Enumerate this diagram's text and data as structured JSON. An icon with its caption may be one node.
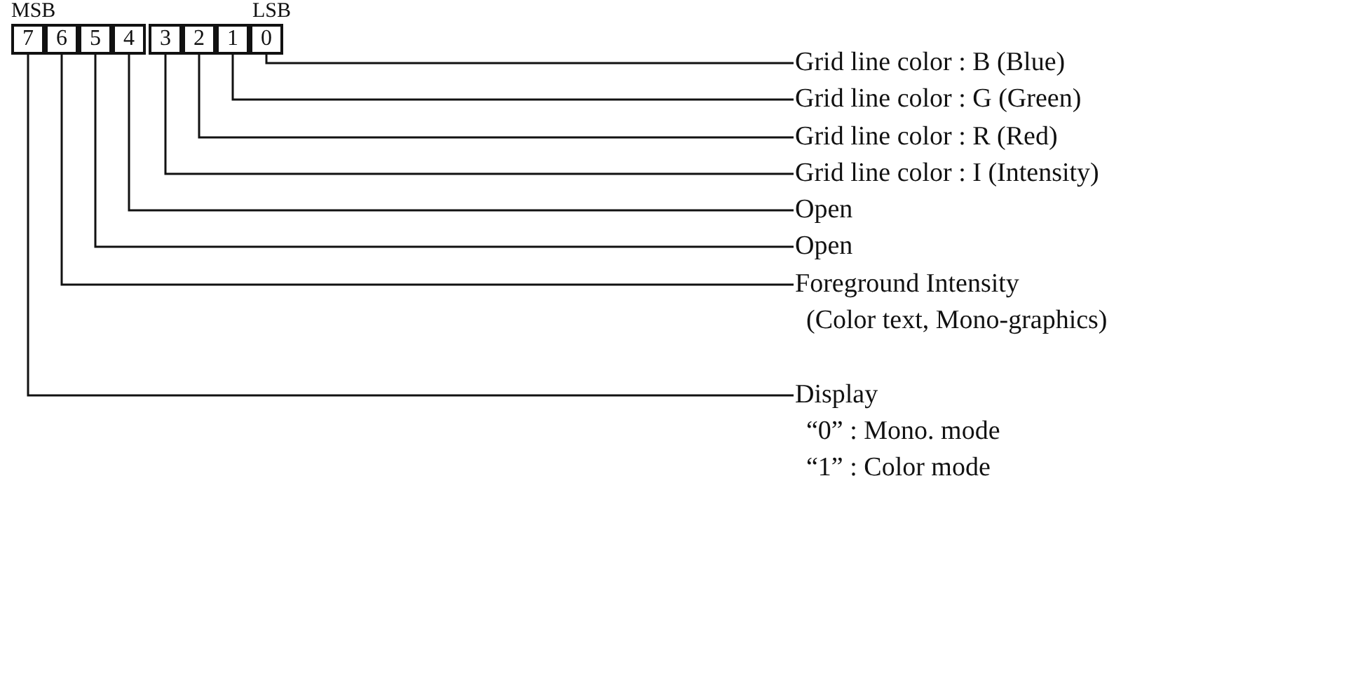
{
  "diagram": {
    "nodes": [
      {
        "text": [
          "7"
        ]
      },
      {
        "text": [
          "6"
        ]
      },
      {
        "text": [
          "5"
        ]
      },
      {
        "text": [
          "4"
        ]
      },
      {
        "text": [
          "3"
        ]
      },
      {
        "text": [
          "2"
        ]
      },
      {
        "text": [
          "1"
        ]
      },
      {
        "text": [
          "0"
        ]
      },
      {
        "text": [
          "Grid line color : B (Blue)"
        ]
      },
      {
        "text": [
          "Grid line color : G (Green)"
        ]
      },
      {
        "text": [
          "Grid line color : R (Red)"
        ]
      },
      {
        "text": [
          "Grid line color : I (Intensity)"
        ]
      },
      {
        "text": [
          "Open"
        ]
      },
      {
        "text": [
          "Open"
        ]
      },
      {
        "text": [
          "Foreground Intensity",
          "(Color text, Mono-graphics)"
        ]
      },
      {
        "text": [
          "Display",
          "“0” : Mono. mode",
          "“1” : Color mode"
        ]
      }
    ],
    "edges": [
      {
        "from": 7,
        "to": 8,
        "arrow": "none"
      },
      {
        "from": 6,
        "to": 9,
        "arrow": "none"
      },
      {
        "from": 5,
        "to": 10,
        "arrow": "none"
      },
      {
        "from": 4,
        "to": 11,
        "arrow": "none"
      },
      {
        "from": 3,
        "to": 12,
        "arrow": "none"
      },
      {
        "from": 2,
        "to": 13,
        "arrow": "none"
      },
      {
        "from": 1,
        "to": 14,
        "arrow": "none"
      },
      {
        "from": 0,
        "to": 15,
        "arrow": "none"
      }
    ],
    "labels": [
      "MSB",
      "LSB"
    ]
  }
}
